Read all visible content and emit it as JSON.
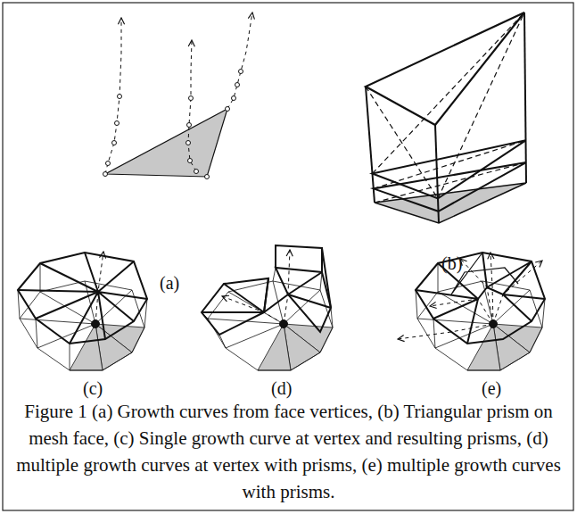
{
  "diagram": {
    "caption": "Figure 1 (a) Growth curves from face vertices, (b) Triangular prism on mesh face, (c) Single growth curve at vertex and resulting prisms, (d) multiple growth curves at vertex with prisms, (e) multiple growth curves with prisms.",
    "labels": [
      "(a)",
      "(b)",
      "(c)",
      "(d)",
      "(e)"
    ]
  }
}
